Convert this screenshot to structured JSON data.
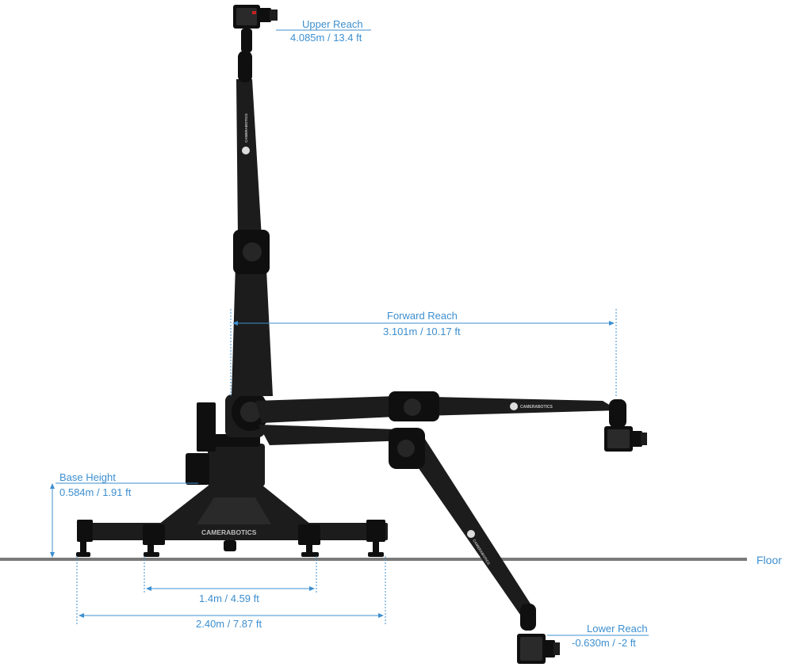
{
  "floor": {
    "label": "Floor"
  },
  "dimensions": {
    "upper_reach": {
      "title": "Upper Reach",
      "value": "4.085m / 13.4 ft"
    },
    "forward_reach": {
      "title": "Forward Reach",
      "value": "3.101m / 10.17 ft"
    },
    "base_height": {
      "title": "Base Height",
      "value": "0.584m / 1.91 ft"
    },
    "lower_reach": {
      "title": "Lower Reach",
      "value": "-0.630m / -2 ft"
    },
    "inner_base_width": {
      "value": "1.4m / 4.59 ft"
    },
    "outer_base_width": {
      "value": "2.40m / 7.87 ft"
    }
  },
  "branding": {
    "base_logo": "CAMERABOTICS",
    "arm_logo": "CAMERABOTICS"
  },
  "colors": {
    "dimension": "#3d8fcf",
    "floor": "#7a7a7a",
    "equipment": "#1c1c1c"
  }
}
